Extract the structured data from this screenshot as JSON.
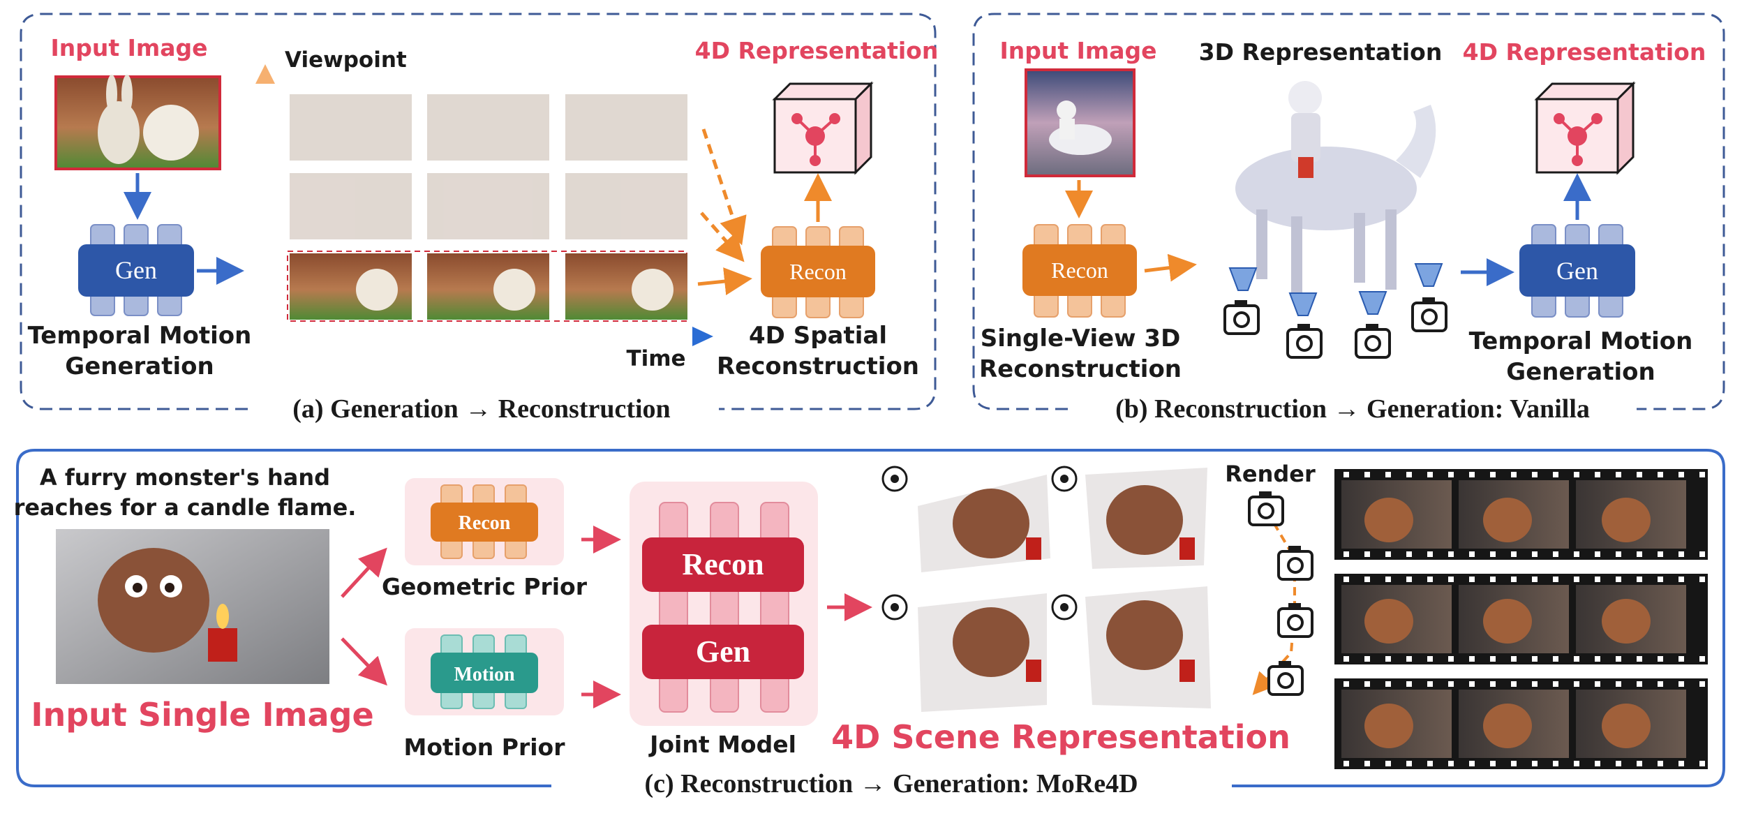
{
  "panel_a": {
    "input_image_label": "Input Image",
    "gen_label": "Gen",
    "temporal_motion_label": [
      "Temporal Motion",
      "Generation"
    ],
    "viewpoint_label": "Viewpoint",
    "time_label": "Time",
    "recon_label": "Recon",
    "representation_label": "4D Representation",
    "spatial_recon_label": [
      "4D Spatial",
      "Reconstruction"
    ],
    "caption": "(a) Generation → Reconstruction"
  },
  "panel_b": {
    "input_image_label": "Input Image",
    "three_d_label": "3D Representation",
    "representation_label": "4D Representation",
    "recon_label": "Recon",
    "single_view_label": [
      "Single-View 3D",
      "Reconstruction"
    ],
    "gen_label": "Gen",
    "temporal_motion_label": [
      "Temporal Motion",
      "Generation"
    ],
    "caption": "(b) Reconstruction → Generation: Vanilla"
  },
  "panel_c": {
    "prompt": [
      "A furry monster's hand",
      "reaches for a candle flame."
    ],
    "input_label": "Input Single Image",
    "recon_prior": "Recon",
    "geometric_prior_label": "Geometric Prior",
    "motion_prior": "Motion",
    "motion_prior_label": "Motion Prior",
    "joint_recon": "Recon",
    "joint_gen": "Gen",
    "joint_model_label": "Joint Model",
    "render_label": "Render",
    "scene_label": "4D Scene Representation",
    "caption": "(c) Reconstruction → Generation: MoRe4D"
  },
  "colors": {
    "accent_pink": "#e2455f",
    "gen_blue": "#2d57a8",
    "recon_orange": "#e07a21",
    "motion_teal": "#2a9a8c",
    "joint_red": "#c8243c",
    "frame_blue": "#3e5a96"
  }
}
